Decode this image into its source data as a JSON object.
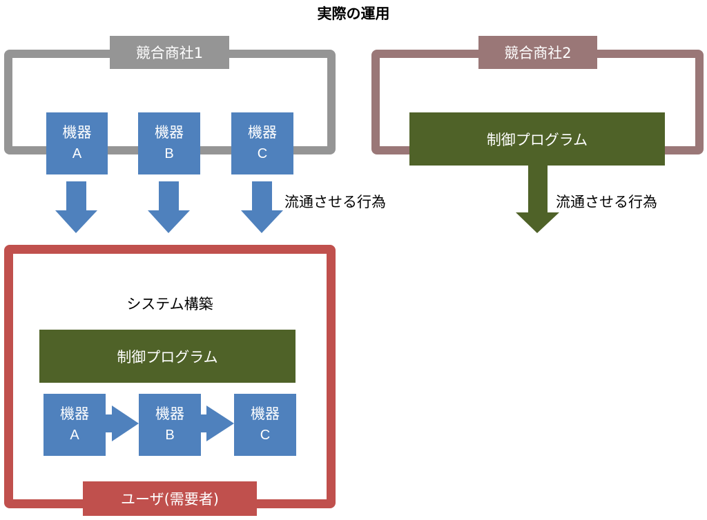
{
  "title": "実際の運用",
  "competitor1": {
    "label": "競合商社1",
    "devices": [
      {
        "name": "機器",
        "letter": "A"
      },
      {
        "name": "機器",
        "letter": "B"
      },
      {
        "name": "機器",
        "letter": "C"
      }
    ],
    "flow_caption": "流通させる行為"
  },
  "competitor2": {
    "label": "競合商社2",
    "program_label": "制御プログラム",
    "flow_caption": "流通させる行為"
  },
  "user": {
    "label": "ユーザ(需要者)",
    "system_title": "システム構築",
    "program_label": "制御プログラム",
    "devices": [
      {
        "name": "機器",
        "letter": "A"
      },
      {
        "name": "機器",
        "letter": "B"
      },
      {
        "name": "機器",
        "letter": "C"
      }
    ]
  },
  "colors": {
    "competitor1": "#959595",
    "competitor2": "#9a7777",
    "user": "#c0504d",
    "device": "#4f81bd",
    "program": "#4f6228"
  }
}
